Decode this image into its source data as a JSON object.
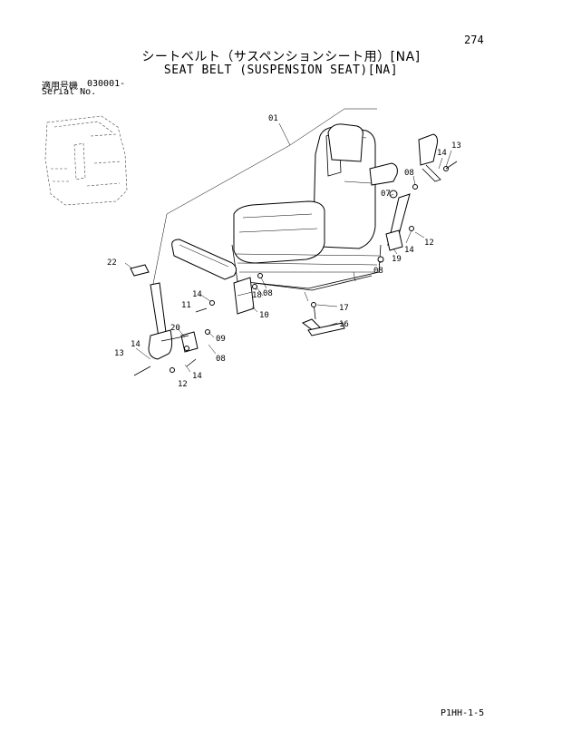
{
  "page": {
    "number": "274",
    "title_jp": "シートベルト（サスペンションシート用）[NA]",
    "title_en": "SEAT BELT (SUSPENSION SEAT)[NA]",
    "serial_label_jp": "適用号機",
    "serial_range": "030001-",
    "serial_label_en": "Serial No.",
    "footer_code": "P1HH-1-5"
  },
  "callouts": [
    "01",
    "13",
    "14",
    "08",
    "07",
    "14",
    "12",
    "19",
    "08",
    "22",
    "14",
    "11",
    "18",
    "08",
    "10",
    "17",
    "16",
    "20",
    "09",
    "14",
    "08",
    "13",
    "12",
    "14"
  ]
}
